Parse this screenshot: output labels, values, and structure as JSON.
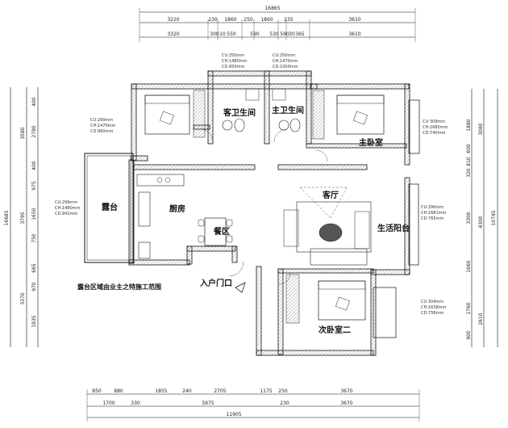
{
  "dimensions": {
    "top_total": "16865",
    "top_row1": [
      "3220",
      "230",
      "1860",
      "250",
      "1860",
      "235",
      "3610"
    ],
    "top_row2": [
      "3320",
      "300",
      "10",
      "550",
      "590",
      "530",
      "590",
      "30",
      "365",
      "3610"
    ],
    "bottom_row1": [
      "850",
      "880",
      "1855",
      "240",
      "2705",
      "1175",
      "250",
      "3670"
    ],
    "bottom_row2": [
      "1700",
      "330",
      "5975",
      "230",
      "3670"
    ],
    "bottom_total": "11905",
    "left_outer": "16685",
    "left_values": [
      "3580",
      "3795",
      "3370"
    ],
    "left_inner": [
      "400",
      "2780",
      "400",
      "975",
      "1650",
      "750",
      "665",
      "970",
      "1935"
    ],
    "right_outer": "10745",
    "right_inner": [
      "1880",
      "600",
      "810",
      "320",
      "3300",
      "1660",
      "1760",
      "900"
    ],
    "right_values": [
      "3080",
      "4300",
      "2610"
    ]
  },
  "rooms": {
    "guest_bath": "客卫生间",
    "master_bath": "主卫生间",
    "master_bedroom": "主卧室",
    "terrace": "露台",
    "kitchen": "厨房",
    "dining": "餐区",
    "living": "客厅",
    "balcony": "生活阳台",
    "second_bedroom": "次卧室二",
    "entrance": "入户门口"
  },
  "notes": {
    "terrace_note": "露台区域由业主之特施工范围",
    "guest_bath_specs": [
      "CU:250mm",
      "CH:1480mm",
      "CD:950mm"
    ],
    "master_bath_specs": [
      "CU:250mm",
      "CH:1470mm",
      "CD:1000mm"
    ],
    "left_window_specs": [
      "CU:290mm",
      "CH:1470mm",
      "CD:960mm"
    ],
    "terrace_window_specs": [
      "CU:299mm",
      "CH:1480mm",
      "CD:941mm"
    ],
    "right_top_window_specs": [
      "CU:309mm",
      "CH:1680mm",
      "CD:740mm"
    ],
    "right_mid_window_specs": [
      "CU:290mm",
      "CH:1681mm",
      "CD:765mm"
    ],
    "right_bottom_window_specs": [
      "CU:304mm",
      "CH:1638mm",
      "CD:758mm"
    ]
  }
}
